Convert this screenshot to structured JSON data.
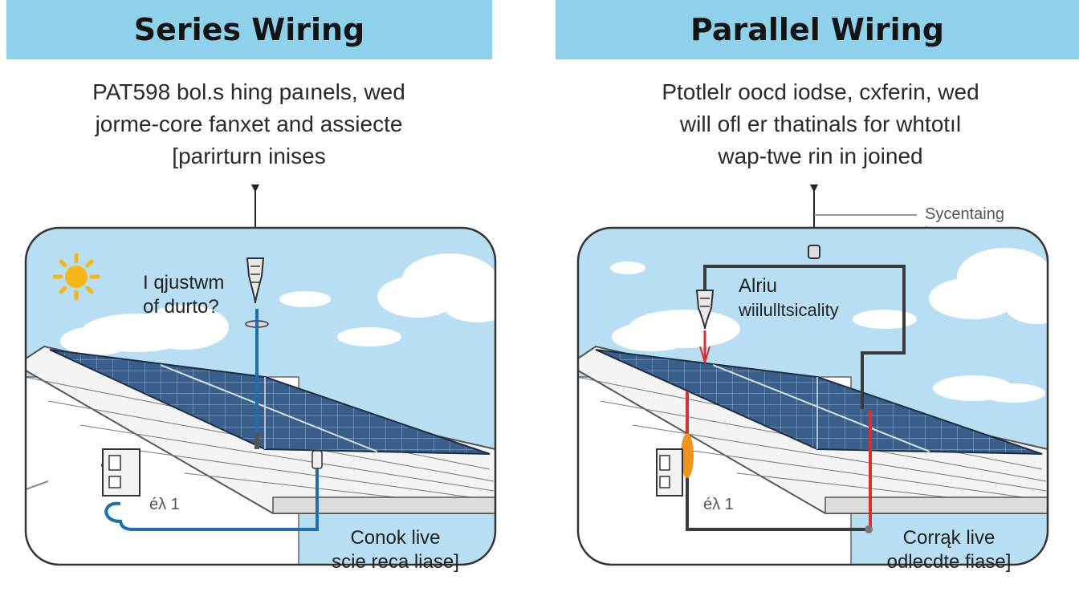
{
  "panels": {
    "series": {
      "title": "Series Wiring",
      "caption": [
        "PAT598 bol.s hing paınels, wed",
        "jorme-core fanxet and assiecte",
        "[parirturn inises"
      ],
      "sky_label": [
        "I qjustwm",
        "of durto?"
      ],
      "mark_label": "éλ 1",
      "corner_label": [
        "Conok live",
        "scie reca liase]"
      ]
    },
    "parallel": {
      "title": "Parallel Wiring",
      "caption": [
        "Ptotlelr oocd iodse, cxferin, wed",
        "will ofl er thatinals for whtotıl",
        "wap-twe rin in joined"
      ],
      "callout": "Sycentaing",
      "sky_label": [
        "Alriu",
        "wiilulltsicality"
      ],
      "mark_label": "éλ 1",
      "corner_label": [
        "Corrąk live",
        "odlecdte fiase]"
      ]
    }
  },
  "colors": {
    "banner": "#8fd0ea",
    "sky": "#b7def2",
    "panel_blue": "#2f4f78",
    "series_wire": "#1e6fae",
    "parallel_wire": "#3a3a3a",
    "red_wire": "#d93030",
    "sun": "#f6b619",
    "fuse": "#f0941c"
  }
}
